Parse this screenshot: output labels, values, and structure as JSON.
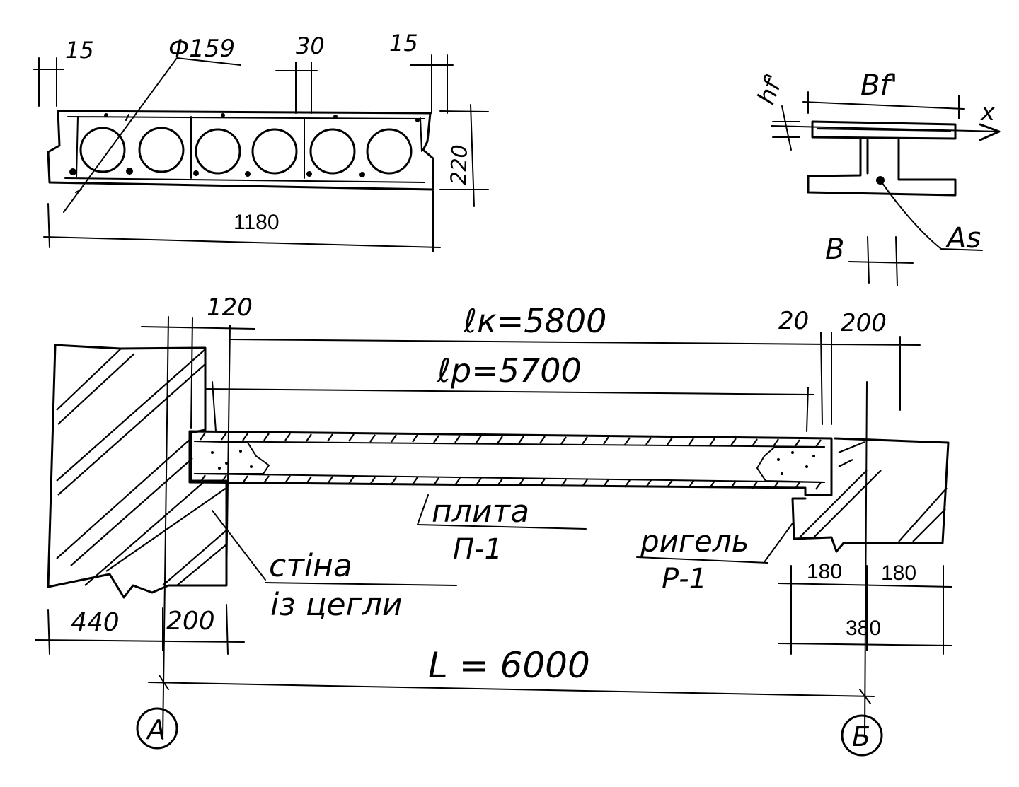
{
  "colors": {
    "ink": "#000000",
    "paper": "#ffffff"
  },
  "section": {
    "dim_edge_left": "15",
    "dim_hole": "Ф159",
    "dim_rib": "30",
    "dim_edge_right": "15",
    "dim_height": "220",
    "dim_width": "1180"
  },
  "tee_section": {
    "hf_label": "hf'",
    "bf_label": "Bf'",
    "axis_label": "x",
    "b_label": "B",
    "as_label": "As"
  },
  "elevation": {
    "dim_120": "120",
    "lk": "ℓк=5800",
    "lp": "ℓр=5700",
    "dim_20": "20",
    "dim_200_top": "200",
    "slab_name": "плита",
    "slab_code": "П-1",
    "beam_name": "ригель",
    "beam_code": "Р-1",
    "wall_line1": "стіна",
    "wall_line2": "із цегли",
    "dim_440": "440",
    "dim_200_bottom": "200",
    "dim_180_left": "180",
    "dim_180_right": "180",
    "dim_380": "380",
    "span_L": "L = 6000",
    "axis_A": "А",
    "axis_B": "Б"
  }
}
